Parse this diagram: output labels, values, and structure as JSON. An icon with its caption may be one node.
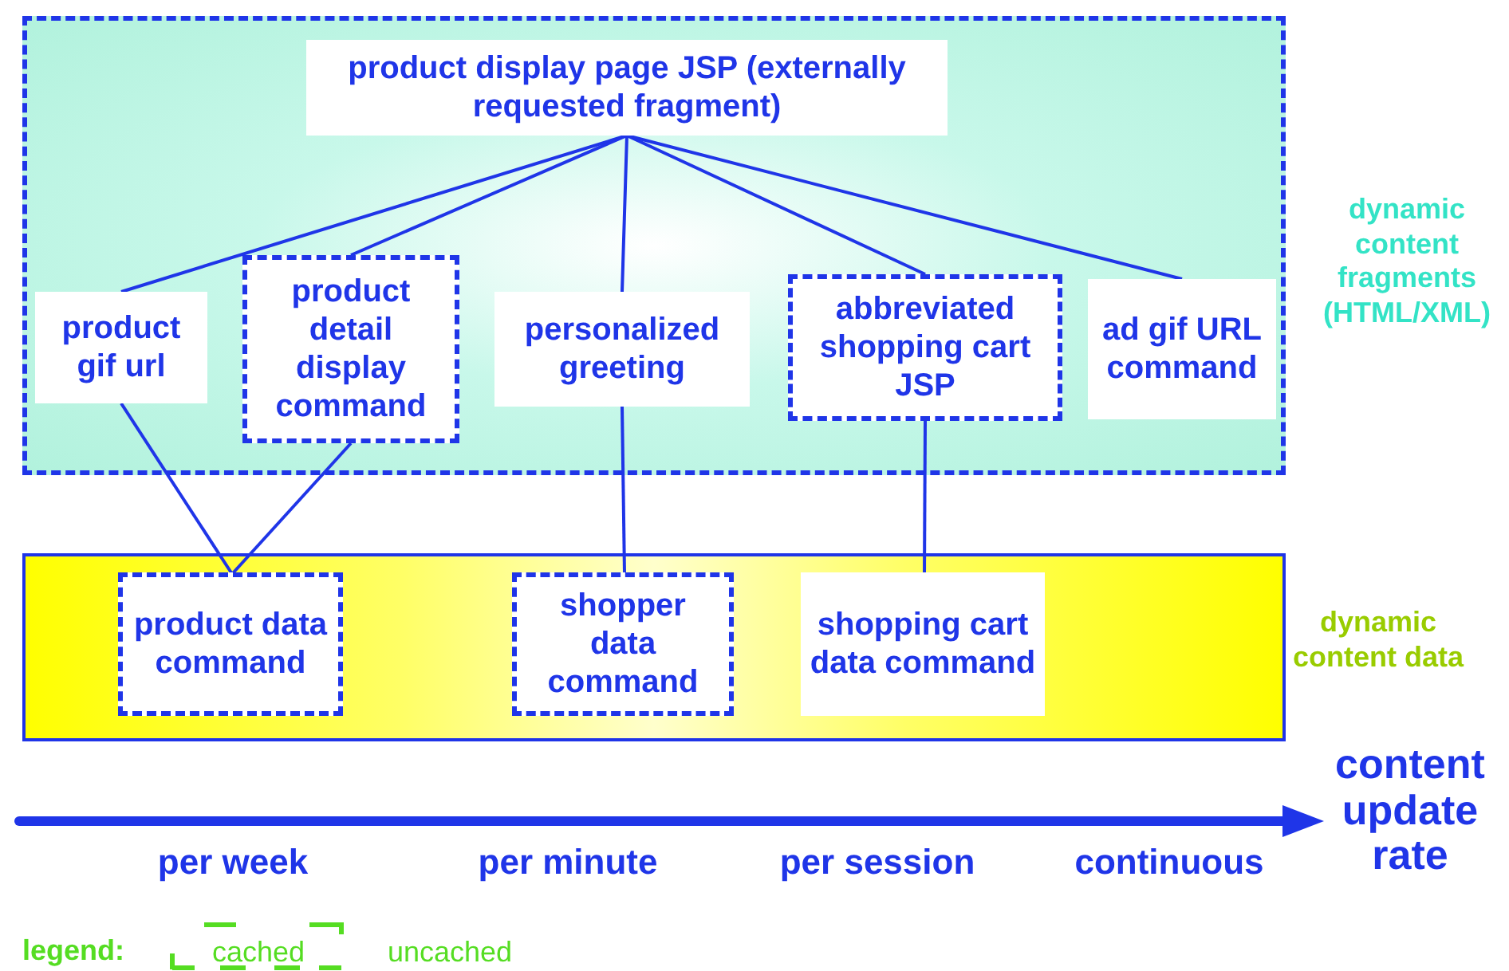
{
  "diagram": {
    "nodes": [
      {
        "text": [
          "dynamic content fragments (HTML/XML)"
        ]
      },
      {
        "text": [
          "product display page JSP (externally requested fragment)"
        ],
        "in": 0
      },
      {
        "text": [
          "product gif url"
        ],
        "in": 0
      },
      {
        "text": [
          "product detail display command"
        ],
        "in": 0
      },
      {
        "text": [
          "personalized greeting"
        ],
        "in": 0
      },
      {
        "text": [
          "abbreviated shopping cart JSP"
        ],
        "in": 0
      },
      {
        "text": [
          "ad gif URL command"
        ],
        "in": 0
      },
      {
        "text": [
          "dynamic content data"
        ]
      },
      {
        "text": [
          "product data command"
        ],
        "in": 7
      },
      {
        "text": [
          "shopper data command"
        ],
        "in": 7
      },
      {
        "text": [
          "shopping cart data command"
        ],
        "in": 7
      }
    ],
    "edges": [
      {
        "from": 1,
        "to": 2,
        "arrow": "none"
      },
      {
        "from": 1,
        "to": 3,
        "arrow": "none"
      },
      {
        "from": 1,
        "to": 4,
        "arrow": "none"
      },
      {
        "from": 1,
        "to": 5,
        "arrow": "none"
      },
      {
        "from": 1,
        "to": 6,
        "arrow": "none"
      },
      {
        "from": 2,
        "to": 8,
        "arrow": "none"
      },
      {
        "from": 3,
        "to": 8,
        "arrow": "none"
      },
      {
        "from": 4,
        "to": 9,
        "arrow": "none"
      },
      {
        "from": 5,
        "to": 10,
        "arrow": "none"
      }
    ],
    "labels": [
      "content update rate",
      "per week",
      "per minute",
      "per session",
      "continuous",
      "legend:"
    ],
    "legend": [
      {
        "text": "cached"
      },
      {
        "text": "uncached"
      }
    ]
  }
}
